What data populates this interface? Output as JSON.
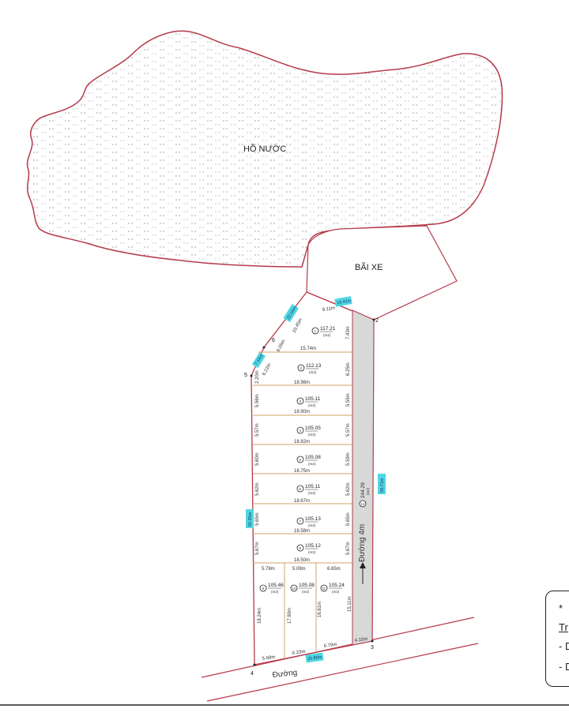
{
  "labels": {
    "lake": "HỒ NƯỚC",
    "parking": "BÃI XE",
    "main_road": "Đường",
    "inner_road": "Đường 4m"
  },
  "points": [
    "2",
    "3",
    "4",
    "5",
    "6"
  ],
  "lots": [
    {
      "no": "1",
      "area": "117.21",
      "unit": "(m2)"
    },
    {
      "no": "2",
      "area": "112.13",
      "unit": "(m2)"
    },
    {
      "no": "3",
      "area": "105.11",
      "unit": "(m2)"
    },
    {
      "no": "4",
      "area": "105.05",
      "unit": "(m2)"
    },
    {
      "no": "5",
      "area": "105.08",
      "unit": "(m2)"
    },
    {
      "no": "6",
      "area": "105.11",
      "unit": "(m2)"
    },
    {
      "no": "7",
      "area": "105.13",
      "unit": "(m2)"
    },
    {
      "no": "8",
      "area": "105.12",
      "unit": "(m2)"
    },
    {
      "no": "9",
      "area": "105.46",
      "unit": "(m2)"
    },
    {
      "no": "10",
      "area": "105.08",
      "unit": "(m2)"
    },
    {
      "no": "11",
      "area": "105.24",
      "unit": "(m2)"
    },
    {
      "no": "12",
      "area": "244.29",
      "unit": "(m2)"
    }
  ],
  "widths": [
    "15.74m",
    "18.98m",
    "18.90m",
    "18.82m",
    "18.75m",
    "18.67m",
    "18.58m",
    "18.50m"
  ],
  "right_depths": [
    "7.43m",
    "6.25m",
    "5.55m",
    "5.57m",
    "5.59m",
    "5.62m",
    "5.65m",
    "5.67m"
  ],
  "left_depths": [
    "2.20m",
    "5.56m",
    "5.57m",
    "5.60m",
    "5.62m",
    "5.65m",
    "5.67m"
  ],
  "top_edges": {
    "top": "9.11m",
    "diag_1": "10.45m",
    "diag_2": "6.05m",
    "diag_3": "6.22m"
  },
  "bottom_lots": {
    "top_widths": [
      "5.78m",
      "5.08m",
      "6.65m"
    ],
    "depths": [
      "18.24m",
      "17.90m",
      "16.61m",
      "15.11m"
    ],
    "bottom_widths": [
      "5.68m",
      "6.23m",
      "6.79m"
    ],
    "road_width": "4.10m"
  },
  "highlighted": [
    "19.41m",
    "22.04m",
    "7.44m",
    "55.95m",
    "58.71m",
    "20.86m"
  ],
  "legend": {
    "star": "*",
    "line1": "Tr",
    "line2": "- D",
    "line3": "- D"
  }
}
